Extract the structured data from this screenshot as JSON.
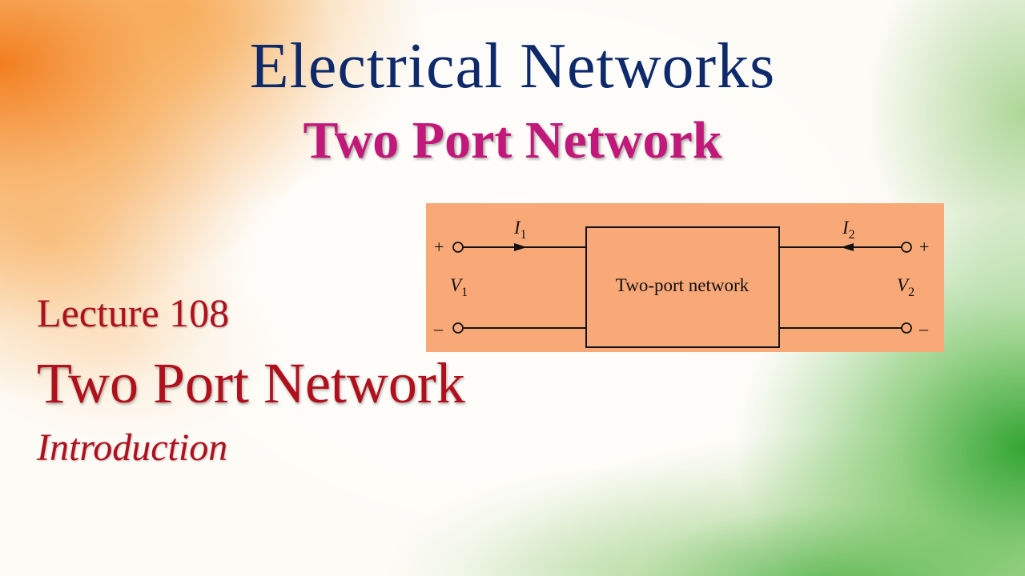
{
  "slide": {
    "title": "Electrical Networks",
    "subtitle": "Two Port Network",
    "lecture_number": "Lecture 108",
    "lecture_title": "Two Port Network",
    "lecture_subtitle": "Introduction"
  },
  "diagram": {
    "box_label": "Two-port network",
    "current_in": "I",
    "current_in_sub": "1",
    "current_out": "I",
    "current_out_sub": "2",
    "voltage_in": "V",
    "voltage_in_sub": "1",
    "voltage_out": "V",
    "voltage_out_sub": "2",
    "plus_sign": "+",
    "minus_sign": "–",
    "background_color": "#f9a878"
  },
  "colors": {
    "title": "#0f2a6b",
    "subtitle": "#c2187a",
    "lecture_text": "#b0101c"
  }
}
